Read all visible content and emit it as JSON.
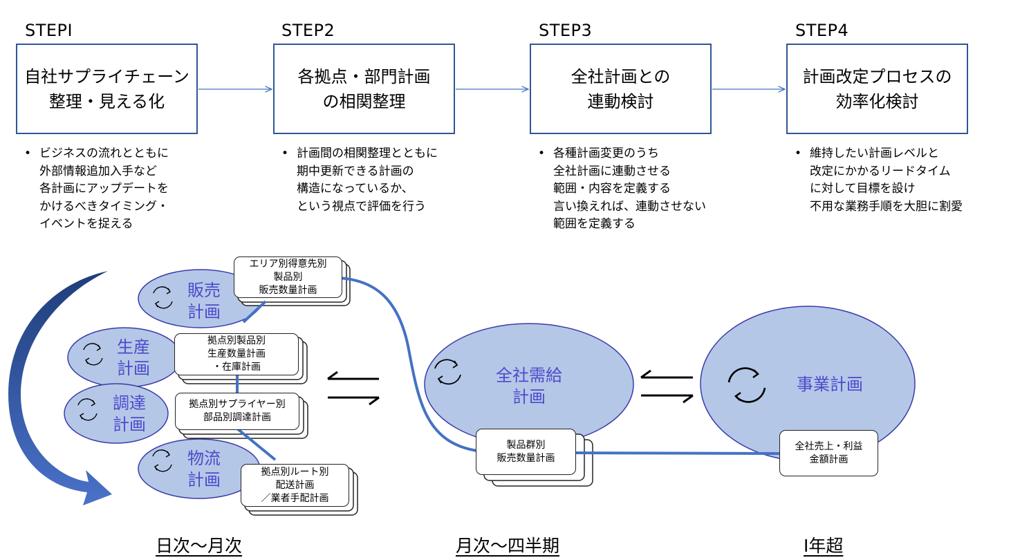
{
  "steps": [
    {
      "label": "STEPⅠ",
      "box": "自社サプライチェーン\n整理・見える化",
      "bullet": "ビジネスの流れとともに\n外部情報追加入手など\n各計画にアップデートを\nかけるべきタイミング・\nイベントを捉える"
    },
    {
      "label": "STEP2",
      "box": "各拠点・部門計画\nの相関整理",
      "bullet": "計画間の相関整理とともに\n期中更新できる計画の\n構造になっているか、\nという視点で評価を行う"
    },
    {
      "label": "STEP3",
      "box": "全社計画との\n連動検討",
      "bullet": "各種計画変更のうち\n全社計画に連動させる\n範囲・内容を定義する\n言い換えれば、連動させない\n範囲を定義する"
    },
    {
      "label": "STEP4",
      "box": "計画改定プロセスの\n効率化検討",
      "bullet": "維持したい計画レベルと\n改定にかかるリードタイム\nに対して目標を設け\n不用な業務手順を大胆に割愛"
    }
  ],
  "plans": {
    "sales": "販売\n計画",
    "production": "生産\n計画",
    "procurement": "調達\n計画",
    "logistics": "物流\n計画",
    "company_sd": "全社需給\n計画",
    "business": "事業計画"
  },
  "cards": {
    "sales": "エリア別得意先別\n製品別\n販売数量計画",
    "production": "拠点別製品別\n生産数量計画\n・在庫計画",
    "procurement": "拠点別サプライヤー別\n部品別調達計画",
    "logistics": "拠点別ルート別\n配送計画\n／業者手配計画",
    "product_group": "製品群別\n販売数量計画",
    "company_sales": "全社売上・利益\n金額計画"
  },
  "periods": {
    "daily": "日次～月次",
    "monthly": "月次～四半期",
    "year": "Ⅰ年超"
  },
  "colors": {
    "step_border": "#2f5597",
    "ellipse_fill": "#b4c7e7",
    "ellipse_stroke": "#3a3aa8",
    "ellipse_text": "#4b4bcc",
    "connector": "#4472c4"
  }
}
